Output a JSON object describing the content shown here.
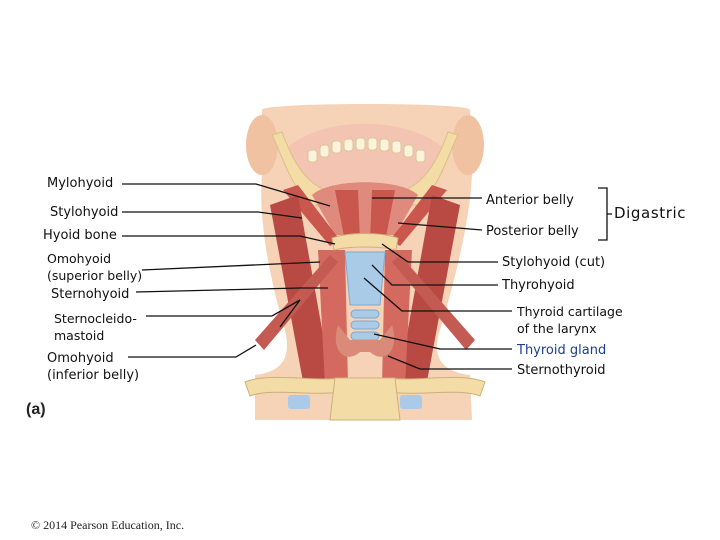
{
  "figure": {
    "panel_tag": "(a)",
    "copyright": "© 2014 Pearson Education, Inc."
  },
  "labels_left": {
    "mylohyoid": "Mylohyoid",
    "stylohyoid": "Stylohyoid",
    "hyoid_bone": "Hyoid bone",
    "omohyoid_superior_1": "Omohyoid",
    "omohyoid_superior_2": "(superior belly)",
    "sternohyoid": "Sternohyoid",
    "sternocleidomastoid_1": "Sternocleido-",
    "sternocleidomastoid_2": "mastoid",
    "omohyoid_inferior_1": "Omohyoid",
    "omohyoid_inferior_2": "(inferior belly)"
  },
  "labels_right": {
    "anterior_belly": "Anterior belly",
    "posterior_belly": "Posterior belly",
    "digastric": "Digastric",
    "stylohyoid_cut": "Stylohyoid (cut)",
    "thyrohyoid": "Thyrohyoid",
    "thyroid_cartilage_1": "Thyroid cartilage",
    "thyroid_cartilage_2": "of the larynx",
    "thyroid_gland": "Thyroid gland",
    "sternothyroid": "Sternothyroid"
  },
  "colors": {
    "skin": "#f6d2b6",
    "skin_shadow": "#e9b495",
    "muscle": "#c9574e",
    "muscle_light": "#e08a7e",
    "bone": "#f3dca6",
    "cartilage": "#a9cbe8",
    "thyroid_gland_color": "#d98a78",
    "thyroid_gland_label": "#1b3f8c",
    "leader_lines": "#111111"
  }
}
